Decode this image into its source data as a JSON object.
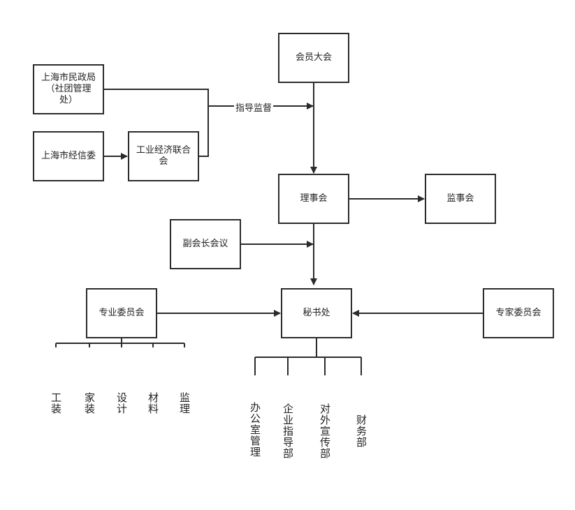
{
  "nodes": {
    "member_assembly": "会员大会",
    "civil_affairs": "上海市民政局\n（社团管理\n处）",
    "economic_commission": "上海市经信委",
    "industrial_federation": "工业经济联合\n会",
    "council": "理事会",
    "supervisory_board": "监事会",
    "vice_president_meeting": "副会长会议",
    "secretariat": "秘书处",
    "professional_committee": "专业委员会",
    "expert_committee": "专家委员会"
  },
  "edge_labels": {
    "guidance": "指导监督"
  },
  "professional_sub": [
    "工装",
    "家装",
    "设计",
    "材料",
    "监理"
  ],
  "secretariat_sub": [
    "办公室管理",
    "企业指导部",
    "对外宣传部",
    "财务部"
  ]
}
